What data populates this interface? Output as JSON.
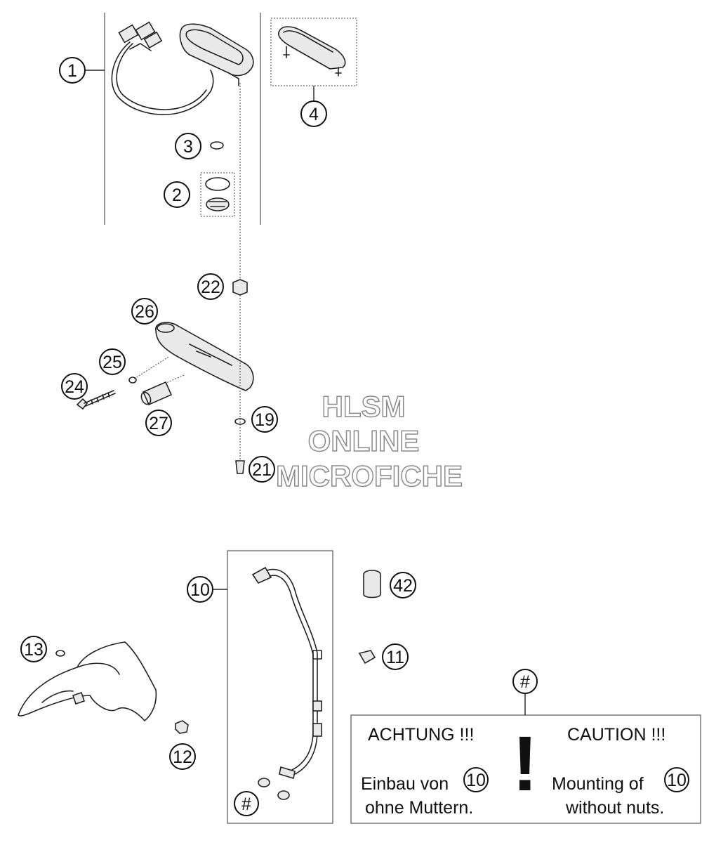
{
  "callouts": [
    {
      "id": "1",
      "label": "1"
    },
    {
      "id": "2",
      "label": "2"
    },
    {
      "id": "3",
      "label": "3"
    },
    {
      "id": "4",
      "label": "4"
    },
    {
      "id": "10",
      "label": "10"
    },
    {
      "id": "11",
      "label": "11"
    },
    {
      "id": "12",
      "label": "12"
    },
    {
      "id": "13",
      "label": "13"
    },
    {
      "id": "19",
      "label": "19"
    },
    {
      "id": "21",
      "label": "21"
    },
    {
      "id": "22",
      "label": "22"
    },
    {
      "id": "24",
      "label": "24"
    },
    {
      "id": "25",
      "label": "25"
    },
    {
      "id": "26",
      "label": "26"
    },
    {
      "id": "27",
      "label": "27"
    },
    {
      "id": "42",
      "label": "42"
    },
    {
      "id": "hash_a",
      "label": "#"
    },
    {
      "id": "hash_b",
      "label": "#"
    }
  ],
  "watermark": {
    "line1": "HLSM",
    "line2": "ONLINE",
    "line3": "MICROFICHE"
  },
  "note": {
    "german_heading": "ACHTUNG !!!",
    "german_line1": "Einbau von",
    "german_line2": "ohne Muttern.",
    "english_heading": "CAUTION !!!",
    "english_line1": "Mounting of",
    "english_line2": "without nuts.",
    "ref_label": "10",
    "exclamation": "!"
  }
}
